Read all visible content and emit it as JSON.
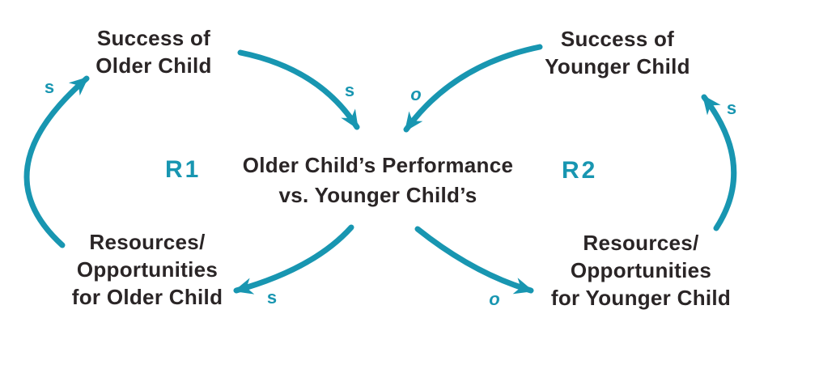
{
  "diagram": {
    "type": "causal-loop-diagram",
    "accent_color": "#1896b1",
    "text_color": "#2a2526",
    "nodes": {
      "success_older": {
        "line1": "Success of",
        "line2": "Older Child"
      },
      "success_younger": {
        "line1": "Success of",
        "line2": "Younger Child"
      },
      "center": {
        "line1": "Older Child’s Performance",
        "line2": "vs. Younger Child’s"
      },
      "resources_older": {
        "line1": "Resources/",
        "line2": "Opportunities",
        "line3": "for Older Child"
      },
      "resources_younger": {
        "line1": "Resources/",
        "line2": "Opportunities",
        "line3": "for Younger Child"
      }
    },
    "loops": {
      "r1": "R1",
      "r2": "R2"
    },
    "links": {
      "resources_older_to_success_older": "s",
      "success_older_to_center": "s",
      "success_younger_to_center": "o",
      "resources_younger_to_success_younger": "s",
      "center_to_resources_older": "s",
      "center_to_resources_younger": "o"
    }
  }
}
